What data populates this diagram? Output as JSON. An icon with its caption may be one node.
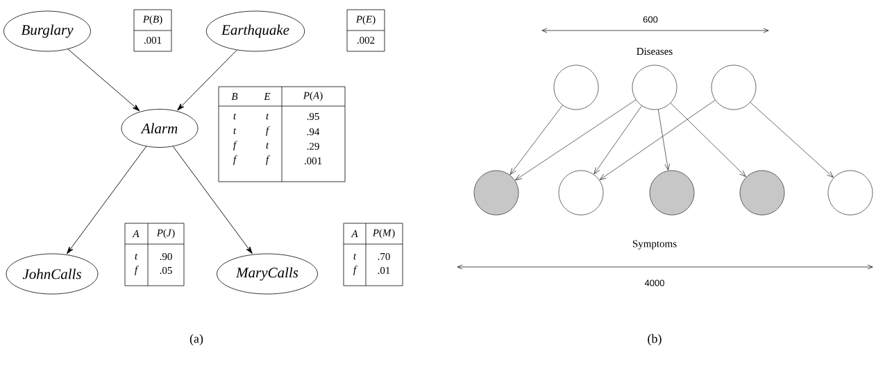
{
  "diagram": {
    "nodes": [
      {
        "text": [
          "Burglary"
        ]
      },
      {
        "text": [
          "Earthquake"
        ]
      },
      {
        "text": [
          "Alarm"
        ]
      },
      {
        "text": [
          "JohnCalls"
        ]
      },
      {
        "text": [
          "MaryCalls"
        ]
      },
      {
        "text": [],
        "shape": "circle"
      },
      {
        "text": [],
        "shape": "circle"
      },
      {
        "text": [],
        "shape": "circle"
      },
      {
        "text": [],
        "shape": "circle"
      },
      {
        "text": [],
        "shape": "circle"
      },
      {
        "text": [],
        "shape": "circle"
      },
      {
        "text": [],
        "shape": "circle"
      },
      {
        "text": [],
        "shape": "circle"
      }
    ],
    "edges": [
      {
        "from": 0,
        "to": 2,
        "arrow": "to"
      },
      {
        "from": 1,
        "to": 2,
        "arrow": "to"
      },
      {
        "from": 2,
        "to": 3,
        "arrow": "to"
      },
      {
        "from": 2,
        "to": 4,
        "arrow": "to"
      },
      {
        "from": 5,
        "to": 8,
        "arrow": "to"
      },
      {
        "from": 6,
        "to": 8,
        "arrow": "to"
      },
      {
        "from": 6,
        "to": 9,
        "arrow": "to"
      },
      {
        "from": 6,
        "to": 10,
        "arrow": "to"
      },
      {
        "from": 6,
        "to": 11,
        "arrow": "to"
      },
      {
        "from": 7,
        "to": 9,
        "arrow": "to"
      },
      {
        "from": 7,
        "to": 12,
        "arrow": "to"
      }
    ],
    "labels": [
      "*P*(*B*)",
      ".001",
      "*P*(*E*)",
      ".002",
      "B",
      "E",
      "*P*(*A*)",
      "t",
      "t",
      ".95",
      "t",
      "f",
      ".94",
      "f",
      "t",
      ".29",
      "f",
      "f",
      ".001",
      "A",
      "*P*(*J*)",
      "t",
      ".90",
      "f",
      ".05",
      "A",
      "*P*(*M*)",
      "t",
      ".70",
      "f",
      ".01",
      "600",
      "Diseases",
      "Symptoms",
      "4000",
      "(a)",
      "(b)"
    ]
  }
}
